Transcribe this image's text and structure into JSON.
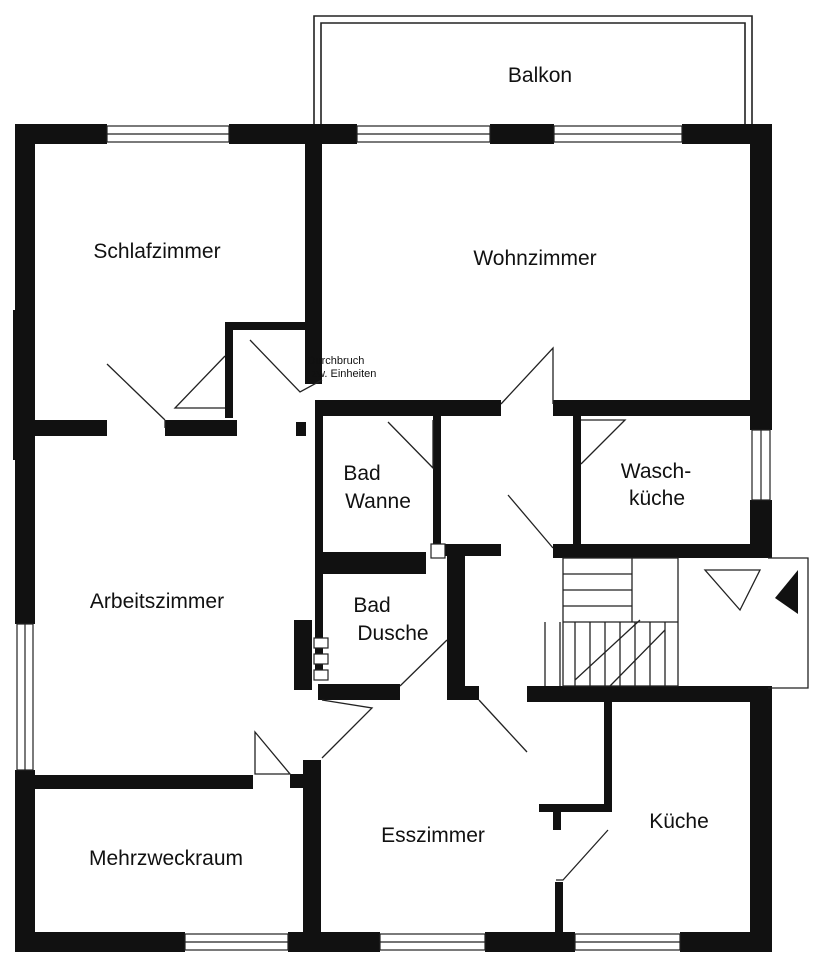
{
  "rooms": {
    "balkon": "Balkon",
    "schlafzimmer": "Schlafzimmer",
    "wohnzimmer": "Wohnzimmer",
    "durchbruch_line1": "Durchbruch",
    "durchbruch_line2": "zw. Einheiten",
    "bad_wanne_line1": "Bad",
    "bad_wanne_line2": "Wanne",
    "waschkueche_line1": "Wasch-",
    "waschkueche_line2": "küche",
    "arbeitszimmer": "Arbeitszimmer",
    "bad_dusche_line1": "Bad",
    "bad_dusche_line2": "Dusche",
    "mehrzweckraum": "Mehrzweckraum",
    "esszimmer": "Esszimmer",
    "kueche": "Küche"
  },
  "colors": {
    "wall": "#111111",
    "line": "#222222",
    "paper": "#ffffff"
  }
}
